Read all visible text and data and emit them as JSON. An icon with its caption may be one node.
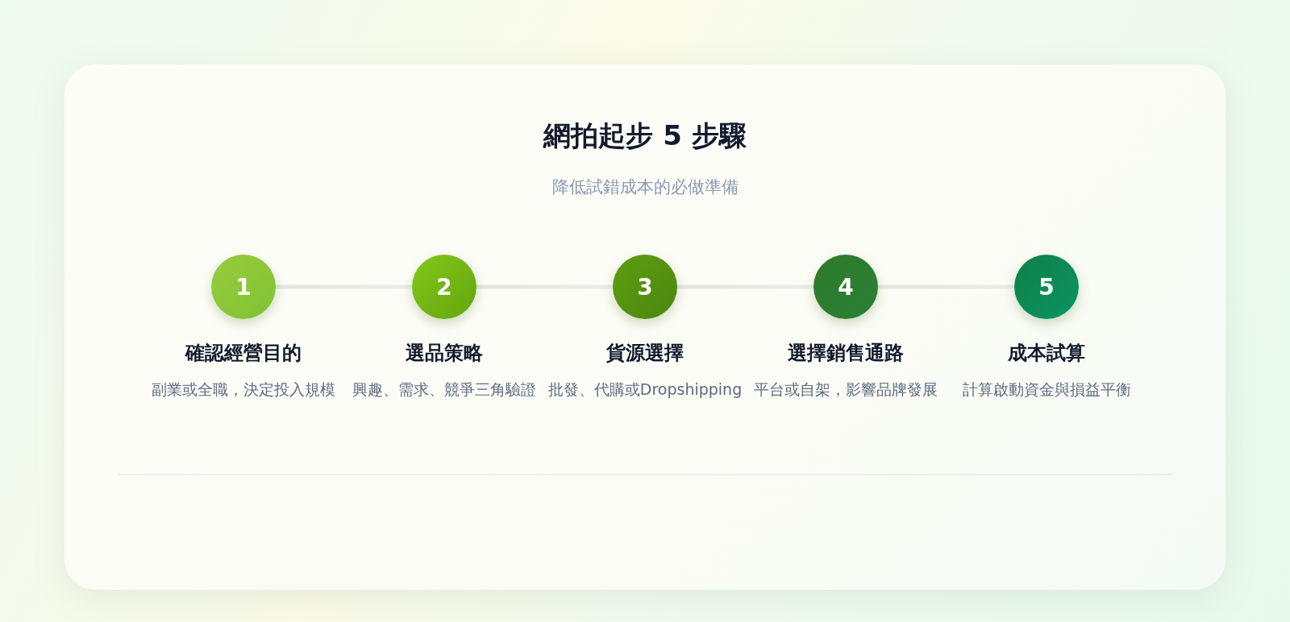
{
  "diagram": {
    "title": "網拍起步 5 步驟",
    "nodes": [
      {
        "text": [
          "1",
          "確認經營目的",
          "副業或全職，決定投入規模"
        ]
      },
      {
        "text": [
          "2",
          "選品策略",
          "興趣、需求、競爭三角驗證"
        ]
      },
      {
        "text": [
          "3",
          "貨源選擇",
          "批發、代購或Dropshipping"
        ]
      },
      {
        "text": [
          "4",
          "選擇銷售通路",
          "平台或自架，影響品牌發展"
        ]
      },
      {
        "text": [
          "5",
          "成本試算",
          "計算啟動資金與損益平衡"
        ]
      }
    ],
    "edges": [
      {
        "from": 0,
        "to": 1,
        "arrow": "none"
      },
      {
        "from": 1,
        "to": 2,
        "arrow": "none"
      },
      {
        "from": 2,
        "to": 3,
        "arrow": "none"
      },
      {
        "from": 3,
        "to": 4,
        "arrow": "none"
      }
    ],
    "labels": [
      "降低試錯成本的必做準備"
    ]
  }
}
